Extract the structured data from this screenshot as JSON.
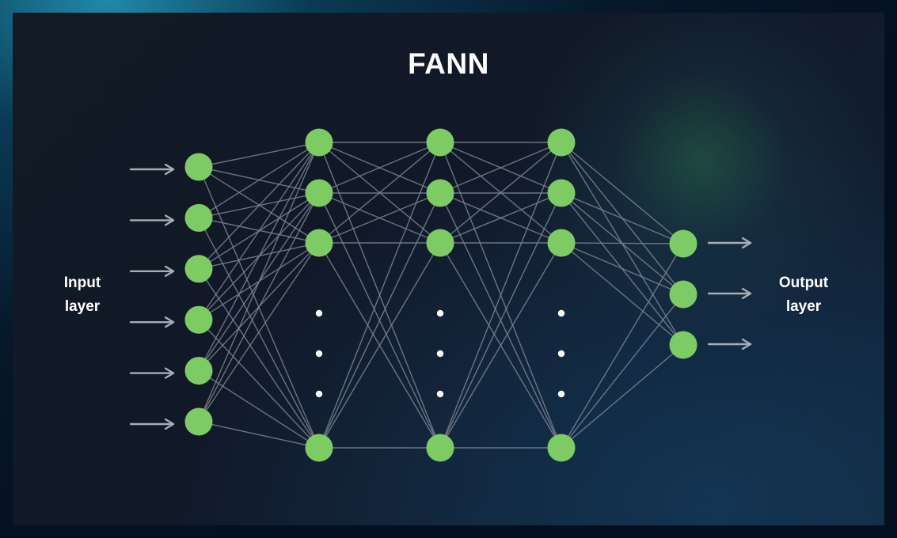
{
  "title": "FANN",
  "input_label": {
    "line1": "Input",
    "line2": "layer"
  },
  "output_label": {
    "line1": "Output",
    "line2": "layer"
  },
  "colors": {
    "node": "#7dcc63",
    "edge": "#7c8491",
    "arrow": "#a7adb5",
    "dots": "#ffffff",
    "background": "#111827"
  },
  "network": {
    "input_nodes": 6,
    "hidden_layers": 3,
    "hidden_nodes_shown": 4,
    "hidden_ellipsis": true,
    "output_nodes": 3
  }
}
